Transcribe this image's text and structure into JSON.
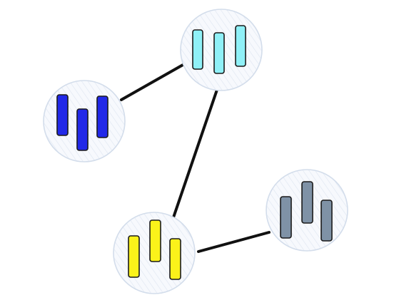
{
  "diagram": {
    "colors": {
      "edge": "#111111",
      "node_fill": "#f7f9fd",
      "node_stroke": "#d3ddeb",
      "hatch": "#dfe6f1",
      "bar_stroke": "#1b1b1b"
    },
    "nodes": [
      {
        "id": "top",
        "bar_color": "#8ff0f7"
      },
      {
        "id": "left",
        "bar_color": "#2229e8"
      },
      {
        "id": "bottom",
        "bar_color": "#fbf21a"
      },
      {
        "id": "right",
        "bar_color": "#7f92a6"
      }
    ],
    "edges": [
      {
        "from": "left",
        "to": "top"
      },
      {
        "from": "top",
        "to": "bottom"
      },
      {
        "from": "bottom",
        "to": "right"
      }
    ]
  }
}
